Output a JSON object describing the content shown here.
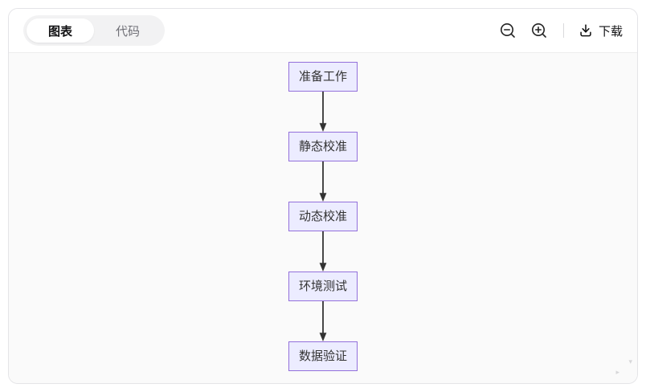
{
  "header": {
    "tabs": [
      {
        "label": "图表",
        "active": true
      },
      {
        "label": "代码",
        "active": false
      }
    ],
    "toolbar": {
      "zoom_out_icon": "magnifier-minus",
      "zoom_in_icon": "magnifier-plus",
      "download_icon": "download-arrow-tray",
      "download_label": "下载"
    }
  },
  "flowchart": {
    "type": "vertical-flowchart",
    "nodes": [
      {
        "label": "准备工作"
      },
      {
        "label": "静态校准"
      },
      {
        "label": "动态校准"
      },
      {
        "label": "环境测试"
      },
      {
        "label": "数据验证"
      }
    ],
    "edges": [
      {
        "from": "准备工作",
        "to": "静态校准"
      },
      {
        "from": "静态校准",
        "to": "动态校准"
      },
      {
        "from": "动态校准",
        "to": "环境测试"
      },
      {
        "from": "环境测试",
        "to": "数据验证"
      }
    ],
    "colors": {
      "node_fill": "#ececff",
      "node_border": "#9370db",
      "node_text": "#333333",
      "arrow": "#333333",
      "canvas_background": "#fafafa"
    }
  }
}
